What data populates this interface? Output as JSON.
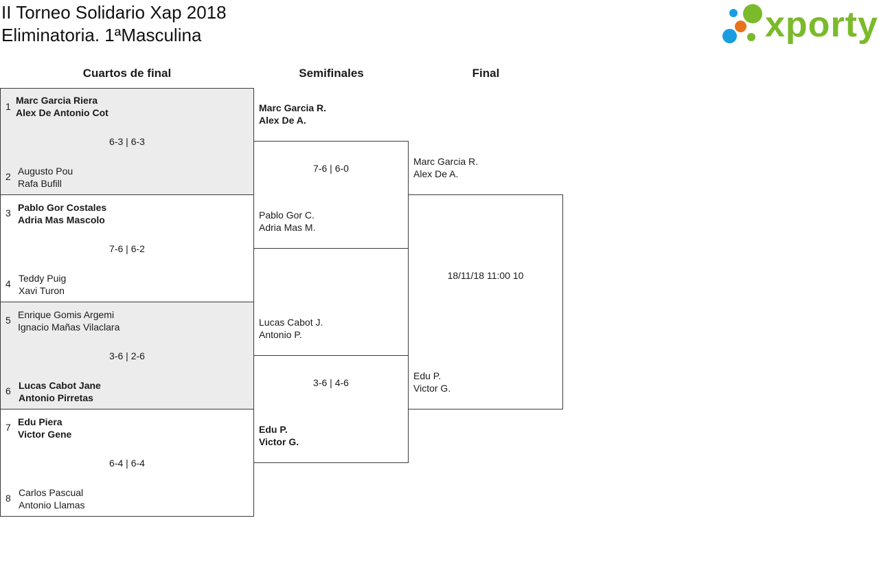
{
  "title": {
    "line1": "II Torneo Solidario Xap 2018",
    "line2": "Eliminatoria. 1ªMasculina"
  },
  "logo": {
    "text": "xporty",
    "colors": {
      "green": "#7bba2a",
      "orange": "#e8731b",
      "blue": "#1a9de0"
    }
  },
  "rounds": {
    "quarterfinals": "Cuartos de final",
    "semifinals": "Semifinales",
    "final": "Final"
  },
  "quarterfinals": [
    {
      "score": "6-3 | 6-3",
      "top": {
        "seed": "1",
        "p1": "Marc Garcia Riera",
        "p2": "Alex De Antonio Cot",
        "winner": true
      },
      "bottom": {
        "seed": "2",
        "p1": "Augusto Pou",
        "p2": "Rafa Bufill",
        "winner": false
      }
    },
    {
      "score": "7-6 | 6-2",
      "top": {
        "seed": "3",
        "p1": "Pablo Gor Costales",
        "p2": "Adria Mas Mascolo",
        "winner": true
      },
      "bottom": {
        "seed": "4",
        "p1": "Teddy Puig",
        "p2": "Xavi Turon",
        "winner": false
      }
    },
    {
      "score": "3-6 | 2-6",
      "top": {
        "seed": "5",
        "p1": "Enrique Gomis Argemi",
        "p2": "Ignacio Mañas Vilaclara",
        "winner": false
      },
      "bottom": {
        "seed": "6",
        "p1": "Lucas Cabot Jane",
        "p2": "Antonio Pirretas",
        "winner": true
      }
    },
    {
      "score": "6-4 | 6-4",
      "top": {
        "seed": "7",
        "p1": "Edu Piera",
        "p2": "Victor Gene",
        "winner": true
      },
      "bottom": {
        "seed": "8",
        "p1": "Carlos Pascual",
        "p2": "Antonio Llamas",
        "winner": false
      }
    }
  ],
  "semifinals": [
    {
      "score": "7-6 | 6-0",
      "top": {
        "p1": "Marc Garcia R.",
        "p2": "Alex De A.",
        "winner": true
      },
      "bottom": {
        "p1": "Pablo Gor C.",
        "p2": "Adria Mas M.",
        "winner": false
      }
    },
    {
      "score": "3-6 | 4-6",
      "top": {
        "p1": "Lucas Cabot J.",
        "p2": "Antonio P.",
        "winner": false
      },
      "bottom": {
        "p1": "Edu P.",
        "p2": "Victor G.",
        "winner": true
      }
    }
  ],
  "final": {
    "schedule": "18/11/18 11:00 10",
    "top": {
      "p1": "Marc Garcia R.",
      "p2": "Alex De A."
    },
    "bottom": {
      "p1": "Edu P.",
      "p2": "Victor G."
    }
  }
}
